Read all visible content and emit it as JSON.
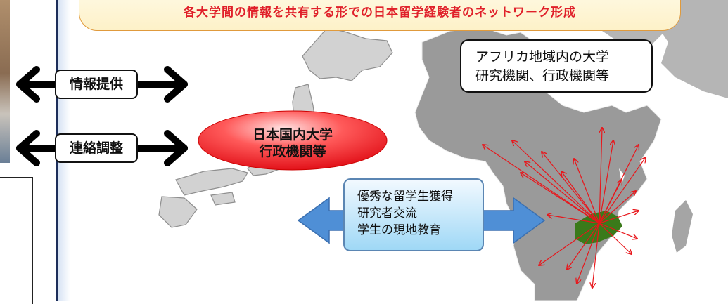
{
  "banner": {
    "text": "各大学間の情報を共有する形での日本留学経験者のネットワーク形成"
  },
  "labels": {
    "info_provision": "情報提供",
    "liaison": "連絡調整"
  },
  "japan_ellipse": {
    "line1": "日本国内大学",
    "line2": "行政機関等"
  },
  "africa_callout": {
    "line1": "アフリカ地域内の大学",
    "line2": "研究機関、行政機関等"
  },
  "exchange_box": {
    "line1": "優秀な留学生獲得",
    "line2": "研究者交流",
    "line3": "学生の現地教育"
  },
  "colors": {
    "banner_text": "#e0202a",
    "hub_arrows": "#e8161b",
    "zambia": "#3a7a1a",
    "africa_land": "#9a9a9a",
    "japan_land": "#d2d2d2",
    "exchange_arrow": "#4f8fd6"
  }
}
